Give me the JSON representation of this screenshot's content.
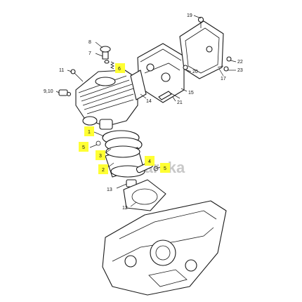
{
  "callouts": [
    {
      "label": "19",
      "highlight": false
    },
    {
      "label": "8",
      "highlight": false
    },
    {
      "label": "7",
      "highlight": false
    },
    {
      "label": "6",
      "highlight": true
    },
    {
      "label": "11",
      "highlight": false
    },
    {
      "label": "9,10",
      "highlight": false
    },
    {
      "label": "20",
      "highlight": false
    },
    {
      "label": "22",
      "highlight": false
    },
    {
      "label": "23",
      "highlight": false
    },
    {
      "label": "17",
      "highlight": false
    },
    {
      "label": "14",
      "highlight": false
    },
    {
      "label": "15",
      "highlight": false
    },
    {
      "label": "21",
      "highlight": false
    },
    {
      "label": "1",
      "highlight": true
    },
    {
      "label": "5",
      "highlight": true
    },
    {
      "label": "3",
      "highlight": true
    },
    {
      "label": "2",
      "highlight": true
    },
    {
      "label": "4",
      "highlight": true
    },
    {
      "label": "5",
      "highlight": true
    },
    {
      "label": "13",
      "highlight": false
    },
    {
      "label": "12",
      "highlight": false
    }
  ],
  "watermark": "spareka",
  "colors": {
    "highlight": "#ffff33",
    "line": "#1a1a1a",
    "watermark": "#c8c8c8"
  }
}
